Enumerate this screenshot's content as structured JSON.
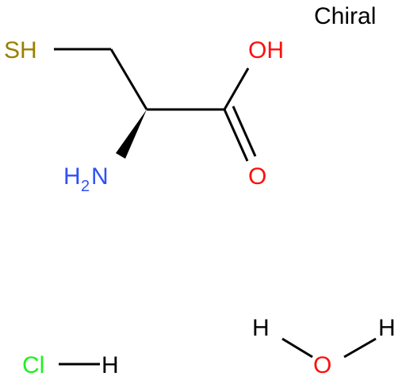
{
  "diagram": {
    "label_chiral": "Chiral",
    "atoms": {
      "sulfur": "SH",
      "hydroxyl": "OH",
      "carbonyl_oxygen": "O",
      "amine_h": "H",
      "amine_sub": "2",
      "amine_n": "N",
      "chlorine": "Cl",
      "hcl_h": "H",
      "water_h_left": "H",
      "water_o": "O",
      "water_h_right": "H"
    },
    "colors": {
      "bond": "#000000",
      "sulfur": "#9a7f00",
      "oxygen": "#ff0d0d",
      "nitrogen": "#3050f8",
      "chlorine": "#1ff01f",
      "hydrogen": "#000000",
      "text": "#000000"
    }
  }
}
